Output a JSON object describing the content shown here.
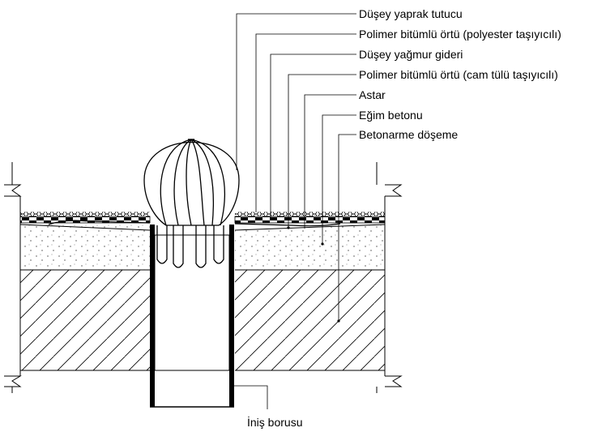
{
  "labels": [
    {
      "id": "vertical-leaf-guard",
      "text": "Düşey yaprak tutucu"
    },
    {
      "id": "polymer-bitumen-polyester",
      "text": "Polimer bitümlü örtü (polyester taşıyıcılı)"
    },
    {
      "id": "vertical-rain-drain",
      "text": "Düşey yağmur gideri"
    },
    {
      "id": "polymer-bitumen-glass",
      "text": "Polimer bitümlü örtü (cam tülü taşıyıcılı)"
    },
    {
      "id": "primer",
      "text": "Astar"
    },
    {
      "id": "slope-concrete",
      "text": "Eğim betonu"
    },
    {
      "id": "reinforced-concrete-slab",
      "text": "Betonarme döşeme"
    }
  ],
  "bottom_label": "İniş borusu"
}
